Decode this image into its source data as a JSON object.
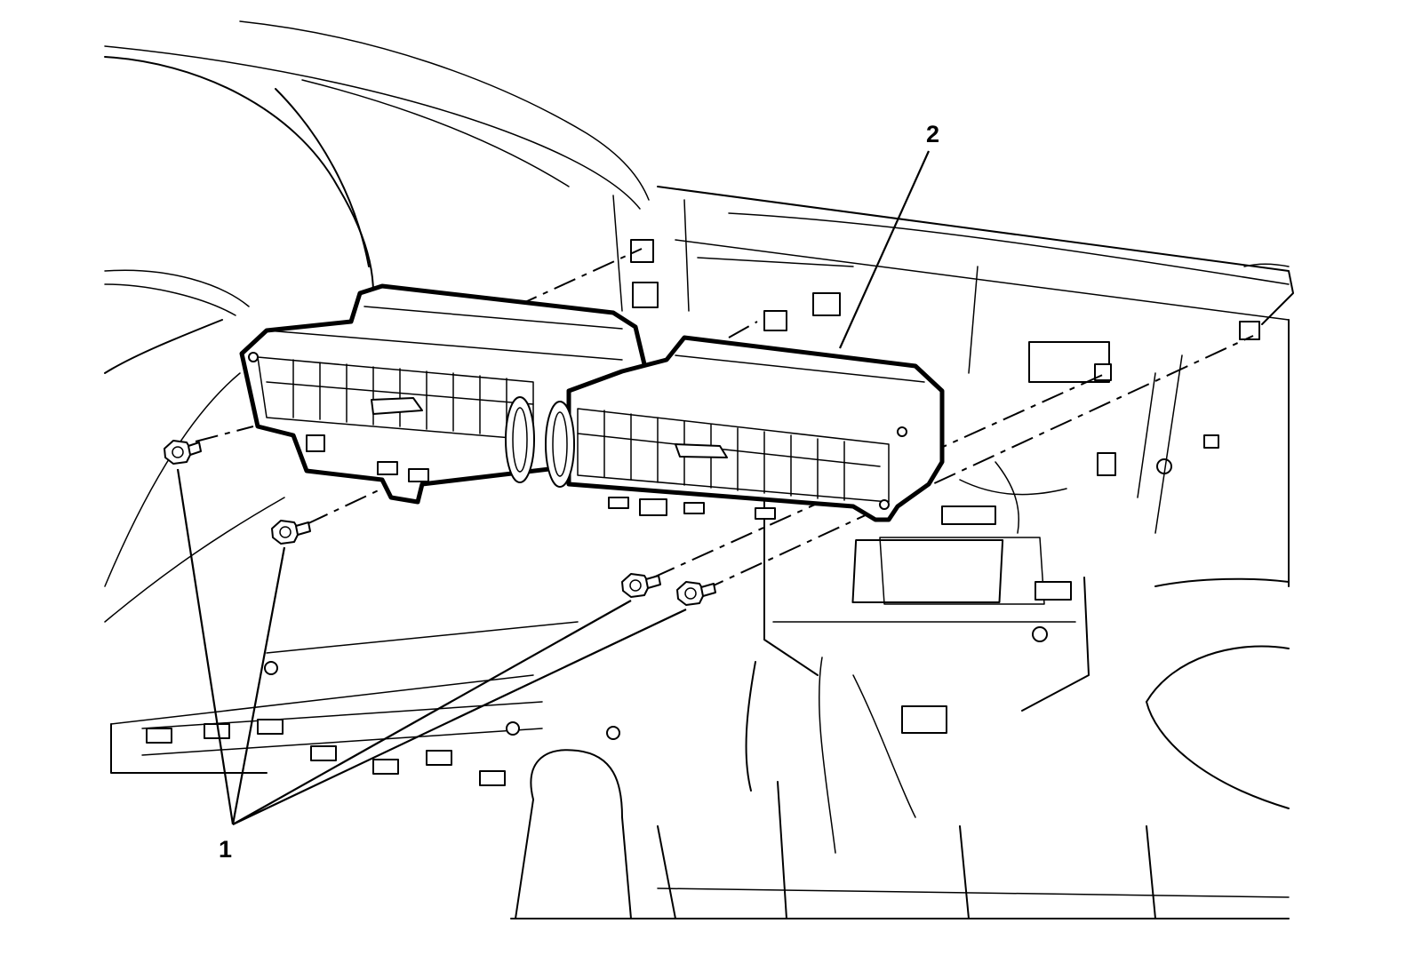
{
  "diagram": {
    "callouts": [
      {
        "id": "fasteners",
        "label": "1"
      },
      {
        "id": "instrument-panel-center-air-outlet",
        "label": "2"
      }
    ],
    "fastener_count": 4
  }
}
